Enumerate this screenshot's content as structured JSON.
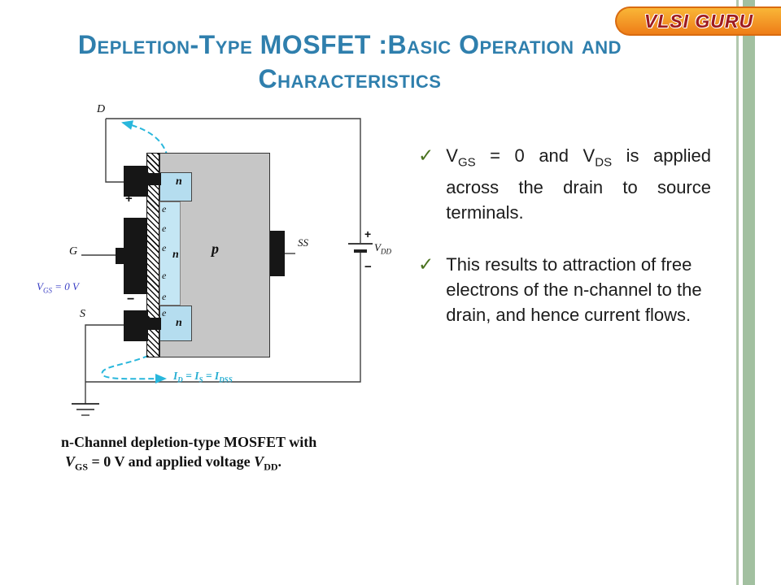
{
  "logo": {
    "text": "VLSI GURU"
  },
  "title": {
    "line1": "Depletion-Type MOSFET :Basic Operation and",
    "line2": "Characteristics"
  },
  "bullets": {
    "check": "✓",
    "b1": {
      "t1": "V",
      "s1": "GS",
      "t2": " = 0 and V",
      "s2": "DS",
      "t3": " is applied across the drain to source terminals."
    },
    "b2": {
      "text": "This results to attraction of free electrons of the n-channel to the drain, and hence current flows."
    }
  },
  "diagram": {
    "labels": {
      "d": "D",
      "g": "G",
      "s": "S",
      "ss": "SS",
      "p": "p",
      "n": "n",
      "e": "e",
      "plus": "+",
      "minus": "−",
      "battery_plus": "+",
      "battery_minus": "−",
      "vdd": {
        "v": "V",
        "sub": "DD"
      },
      "vgs": {
        "v": "V",
        "sub": "GS",
        "rest": " = 0 V"
      },
      "current": {
        "i1": "I",
        "s1": "D",
        "m1": " = I",
        "s2": "S",
        "m2": " = I",
        "s3": "DSS"
      }
    },
    "caption": {
      "line1": "n-Channel depletion-type MOSFET with",
      "v1": "V",
      "s1": "GS",
      "mid": " = 0 V and applied voltage ",
      "v2": "V",
      "s2": "DD",
      "end": "."
    }
  }
}
